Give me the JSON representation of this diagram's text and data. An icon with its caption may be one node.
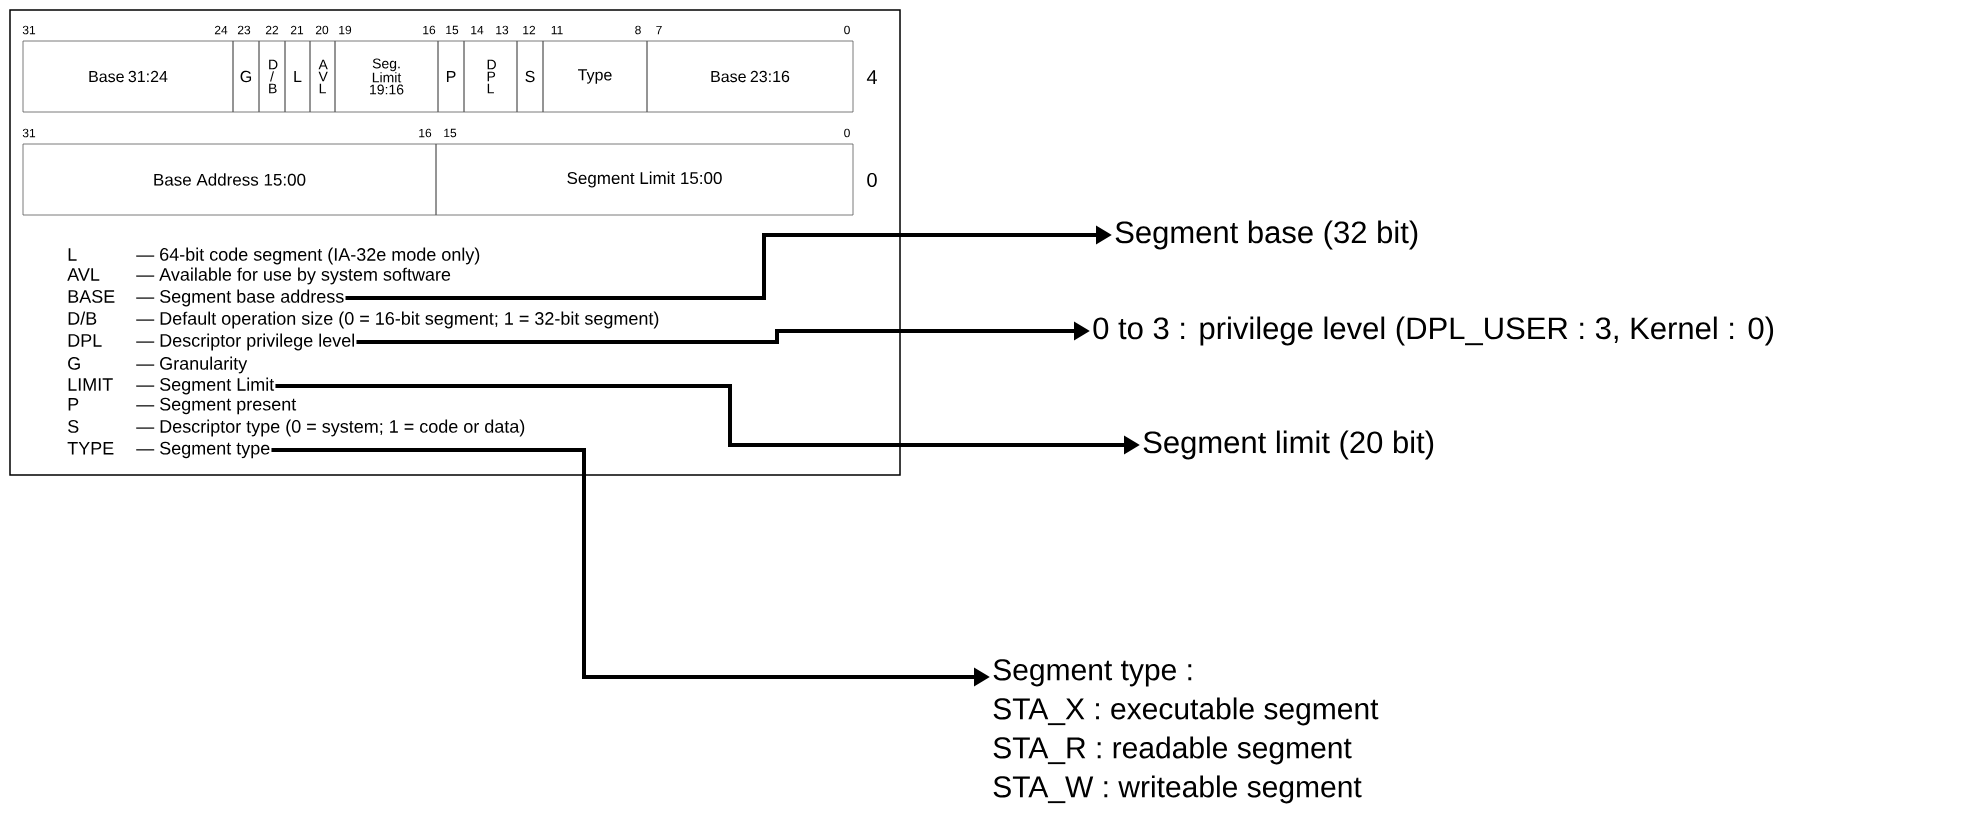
{
  "diagram": {
    "nodes": [
      {
        "text": [
          "BASE",
          "— Segment base address"
        ]
      },
      {
        "text": [
          "DPL",
          "— Descriptor privilege level"
        ]
      },
      {
        "text": [
          "LIMIT",
          "— Segment Limit"
        ]
      },
      {
        "text": [
          "TYPE",
          "— Segment type"
        ]
      },
      {
        "text": [
          "Segment base (32 bit)"
        ]
      },
      {
        "text": [
          "0 to 3 : privilege level (DPL_USER : 3, Kernel : 0)"
        ]
      },
      {
        "text": [
          "Segment limit (20 bit)"
        ]
      },
      {
        "text": [
          "Segment type :",
          "STA_X : executable segment",
          "STA_R : readable segment",
          "STA_W : writeable segment"
        ]
      }
    ],
    "edges": [
      {
        "from": 0,
        "to": 4,
        "arrow": "to"
      },
      {
        "from": 1,
        "to": 5,
        "arrow": "to"
      },
      {
        "from": 2,
        "to": 6,
        "arrow": "to"
      },
      {
        "from": 3,
        "to": 7,
        "arrow": "to"
      }
    ],
    "labels": [
      "31",
      "24",
      "23",
      "22",
      "21",
      "20",
      "19",
      "16",
      "15",
      "14",
      "13",
      "12",
      "11",
      "8",
      "7",
      "0",
      "Base 31:24",
      "G",
      "D / B",
      "L",
      "A V L",
      "Seg. Limit 19:16",
      "P",
      "D P L",
      "S",
      "Type",
      "Base 23:16",
      "4",
      "31",
      "16",
      "15",
      "0",
      "Base Address 15:00",
      "Segment Limit 15:00",
      "0",
      "L",
      "— 64-bit code segment (IA-32e mode only)",
      "AVL",
      "— Available for use by system software",
      "D/B",
      "— Default operation size (0 = 16-bit segment; 1 = 32-bit segment)",
      "G",
      "— Granularity",
      "P",
      "— Segment present",
      "S",
      "— Descriptor type (0 = system; 1 = code or data)"
    ]
  }
}
